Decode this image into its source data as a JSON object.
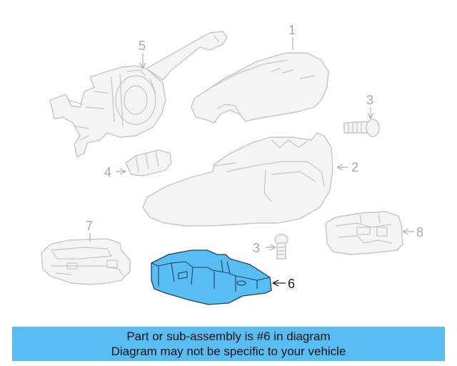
{
  "callouts": {
    "c1": "1",
    "c2": "2",
    "c3a": "3",
    "c3b": "3",
    "c4": "4",
    "c5": "5",
    "c6": "6",
    "c7": "7",
    "c8": "8"
  },
  "highlight_part": "6",
  "colors": {
    "highlight_fill": "#58bdf3",
    "highlight_outline": "#23425a",
    "part_outline": "#c6c6c6",
    "banner_background": "#58bdf3"
  },
  "banner": {
    "line1": "Part or sub-assembly is #6 in diagram",
    "line2": "Diagram may not be specific to your vehicle"
  }
}
